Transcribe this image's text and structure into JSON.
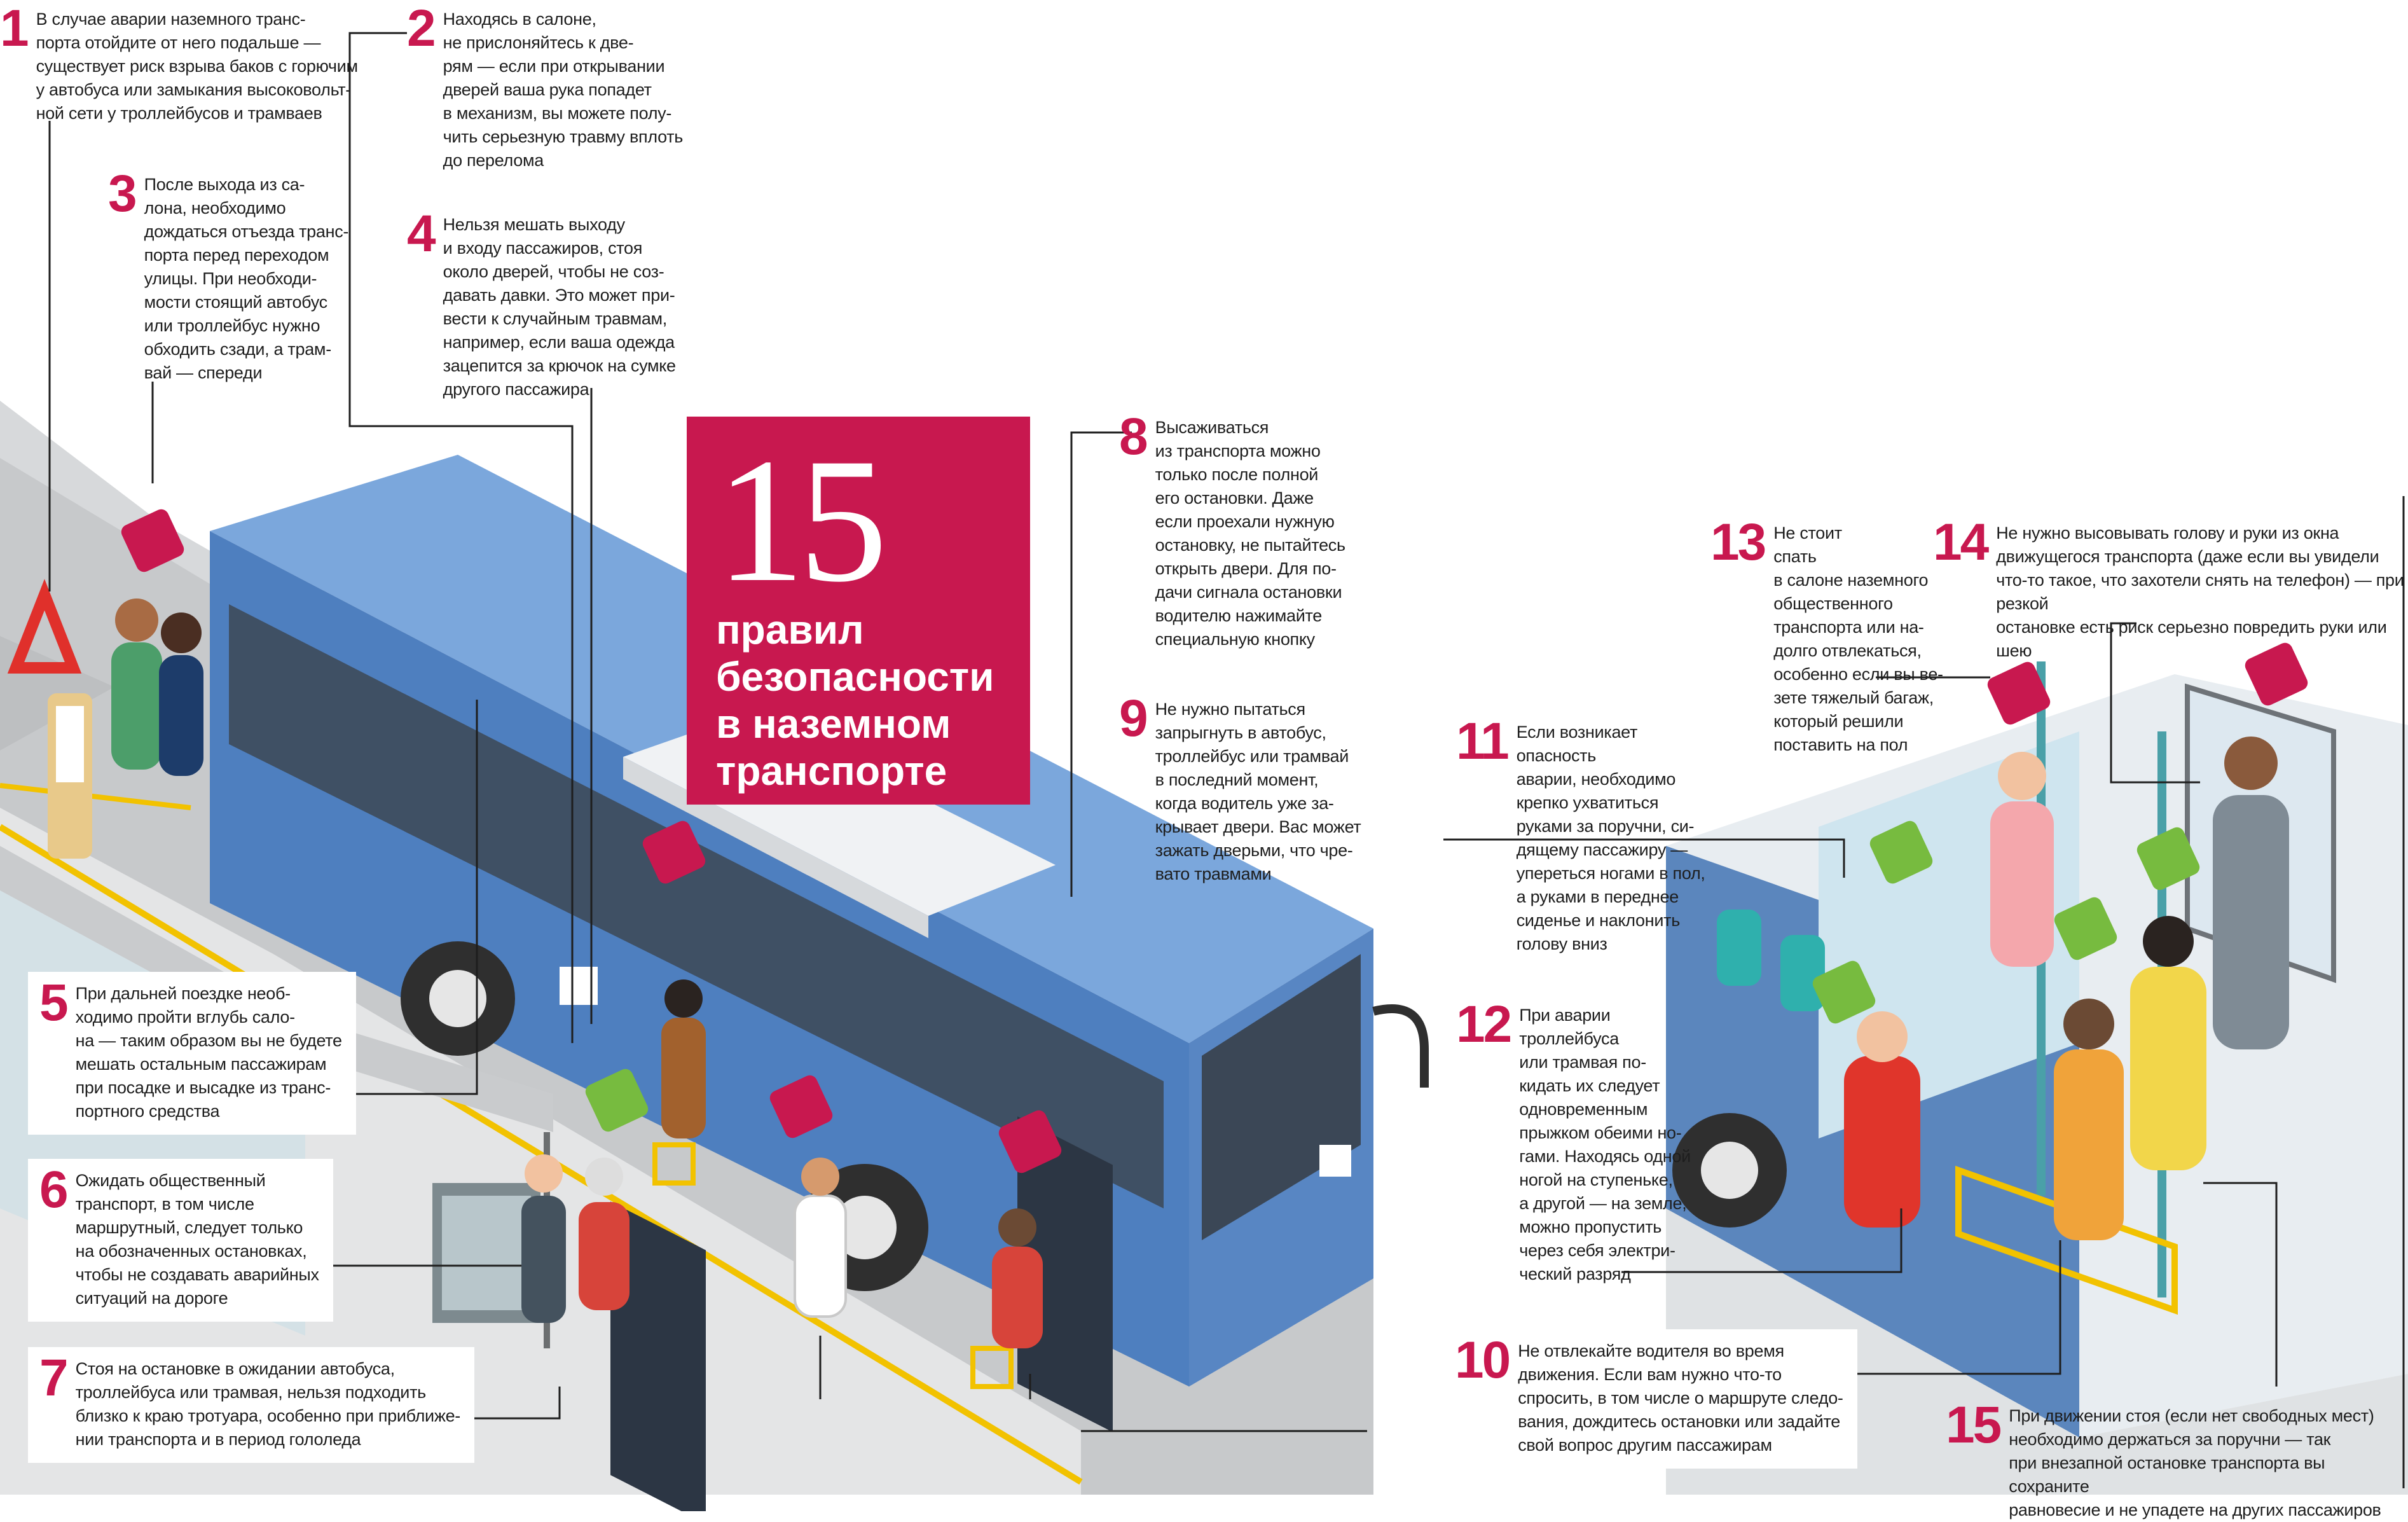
{
  "title": {
    "number": "15",
    "text": "правил\nбезопасности\nв наземном\nтранспорте"
  },
  "colors": {
    "accent": "#c8184f",
    "bus_blue": "#4e7fbf",
    "bus_roof": "#6f9fd8",
    "road": "#cfd1d3",
    "platform": "#b9bcbf",
    "warning_yellow": "#f2c200",
    "happy_green": "#77bb3f"
  },
  "icons": [
    "sad-face-icon",
    "happy-face-icon",
    "warning-triangle-icon",
    "wheelchair-icon"
  ],
  "rules": [
    {
      "n": "1",
      "text": "В случае аварии наземного транс-\nпорта отойдите от него подальше —\nсуществует риск взрыва баков с горючим\nу автобуса или замыкания высоковольт-\nной сети у троллейбусов и трамваев"
    },
    {
      "n": "2",
      "text": "Находясь в салоне,\nне прислоняйтесь к две-\nрям — если при открывании\nдверей ваша рука попадет\nв механизм, вы можете полу-\nчить серьезную травму вплоть\nдо перелома"
    },
    {
      "n": "3",
      "text": "После выхода из са-\nлона, необходимо\nдождаться отъезда транс-\nпорта перед переходом\nулицы. При необходи-\nмости стоящий автобус\nили троллейбус нужно\nобходить сзади, а трам-\nвай — спереди"
    },
    {
      "n": "4",
      "text": "Нельзя мешать выходу\nи входу пассажиров, стоя\nоколо дверей, чтобы не соз-\nдавать давки. Это может при-\nвести к случайным травмам,\nнапример, если ваша одежда\nзацепится за крючок на сумке\nдругого пассажира"
    },
    {
      "n": "5",
      "text": "При дальней поездке необ-\nходимо пройти вглубь сало-\nна — таким образом вы не будете\nмешать остальным пассажирам\nпри посадке и высадке из транс-\nпортного средства"
    },
    {
      "n": "6",
      "text": "Ожидать общественный\nтранспорт, в том числе\nмаршрутный, следует только\nна обозначенных остановках,\nчтобы не создавать аварийных\nситуаций на дороге"
    },
    {
      "n": "7",
      "text": "Стоя на остановке в ожидании автобуса,\nтроллейбуса или трамвая, нельзя подходить\nблизко к краю тротуара, особенно при приближе-\nнии транспорта и в период гололеда"
    },
    {
      "n": "8",
      "text": "Высаживаться\nиз транспорта можно\nтолько после полной\nего остановки. Даже\nесли проехали нужную\nостановку, не пытайтесь\nоткрыть двери. Для по-\nдачи сигнала остановки\nводителю нажимайте\nспециальную кнопку"
    },
    {
      "n": "9",
      "text": "Не нужно пытаться\nзапрыгнуть в автобус,\nтроллейбус или трамвай\nв последний момент,\nкогда водитель уже за-\nкрывает двери. Вас может\nзажать дверьми, что чре-\nвато травмами"
    },
    {
      "n": "10",
      "text": "Не отвлекайте водителя во время\nдвижения. Если вам нужно что-то\nспросить, в том числе о маршруте следо-\nвания, дождитесь остановки или задайте\nсвой вопрос другим пассажирам"
    },
    {
      "n": "11",
      "text": "Если возникает\nопасность\nаварии, необходимо\nкрепко ухватиться\nруками за поручни, си-\nдящему пассажиру —\nупереться ногами в пол,\nа руками в переднее\nсиденье и наклонить\nголову вниз"
    },
    {
      "n": "12",
      "text": "При аварии\nтроллейбуса\nили трамвая по-\nкидать их следует\nодновременным\nпрыжком обеими но-\nгами. Находясь одной\nногой на ступеньке,\nа другой — на земле,\nможно пропустить\nчерез себя электри-\nческий разряд"
    },
    {
      "n": "13",
      "text": "Не стоит\nспать\nв салоне наземного\nобщественного\nтранспорта или на-\nдолго отвлекаться,\nособенно если вы ве-\nзете тяжелый багаж,\nкоторый решили\nпоставить на пол"
    },
    {
      "n": "14",
      "text": "Не нужно высовывать голову и руки из окна\nдвижущегося транспорта (даже если вы увидели\nчто-то такое, что захотели снять на телефон) — при резкой\nостановке есть риск серьезно повредить руки или шею"
    },
    {
      "n": "15",
      "text": "При движении стоя (если нет свободных мест)\nнеобходимо держаться за поручни — так\nпри внезапной остановке транспорта вы сохраните\nравновесие и не упадете на других пассажиров"
    }
  ]
}
